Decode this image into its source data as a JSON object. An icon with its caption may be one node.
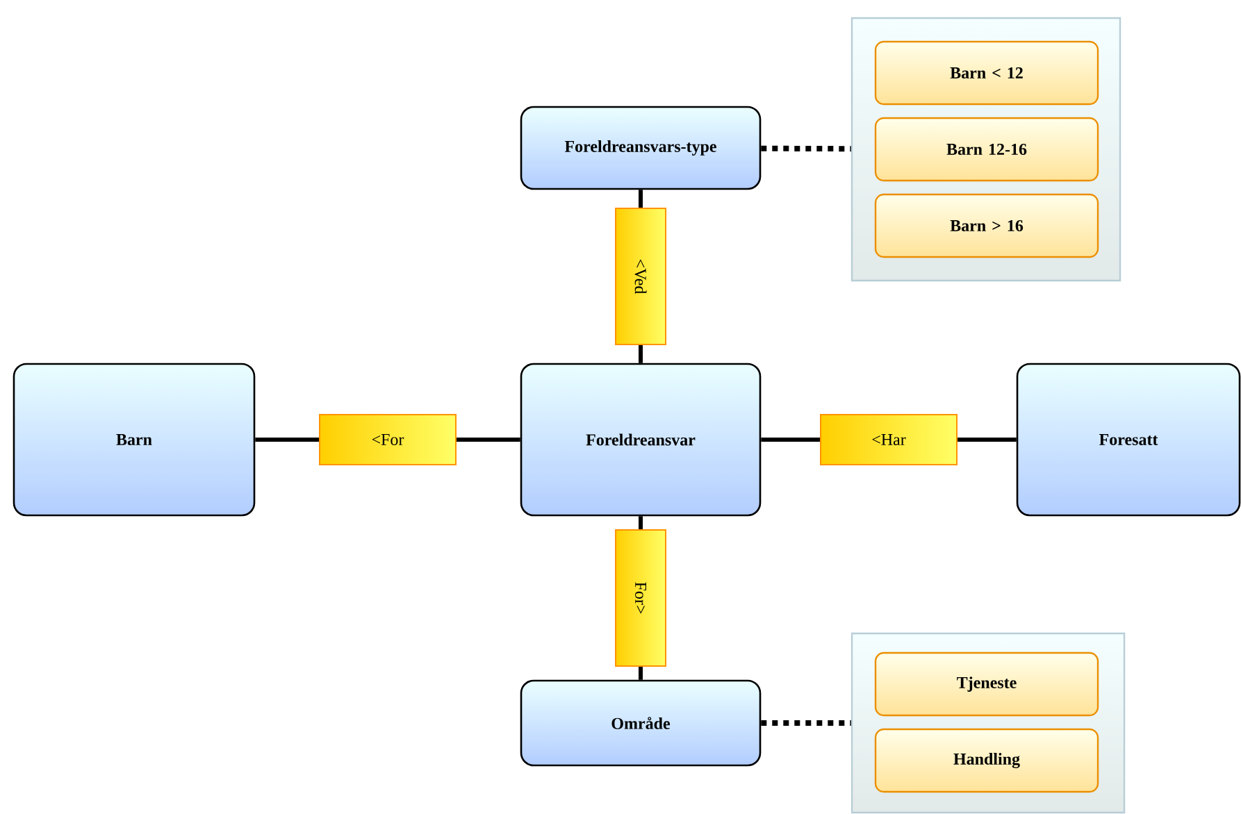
{
  "diagram": {
    "nodes": [
      {
        "text": [],
        "shape": "box"
      },
      {
        "text": [
          "Barn < 12"
        ],
        "in": 0
      },
      {
        "text": [
          "Barn 12-16"
        ],
        "in": 0
      },
      {
        "text": [
          "Barn > 16"
        ],
        "in": 0
      },
      {
        "text": [
          "Foreldreansvars-type"
        ]
      },
      {
        "text": [
          "Barn"
        ]
      },
      {
        "text": [
          "Foreldreansvar"
        ]
      },
      {
        "text": [
          "Foresatt"
        ]
      },
      {
        "text": [
          "Område"
        ]
      },
      {
        "text": [],
        "shape": "box"
      },
      {
        "text": [
          "Tjeneste"
        ],
        "in": 9
      },
      {
        "text": [
          "Handling"
        ],
        "in": 9
      }
    ],
    "edges": [
      {
        "from": 4,
        "to": 6,
        "arrow": "none",
        "label": "<Ved"
      },
      {
        "from": 5,
        "to": 6,
        "arrow": "none",
        "label": "<For"
      },
      {
        "from": 6,
        "to": 7,
        "arrow": "none",
        "label": "<Har"
      },
      {
        "from": 6,
        "to": 8,
        "arrow": "none",
        "label": "For>"
      },
      {
        "from": 4,
        "to": 0,
        "arrow": "none",
        "style": "dashed"
      },
      {
        "from": 8,
        "to": 9,
        "arrow": "none",
        "style": "dashed"
      }
    ]
  }
}
